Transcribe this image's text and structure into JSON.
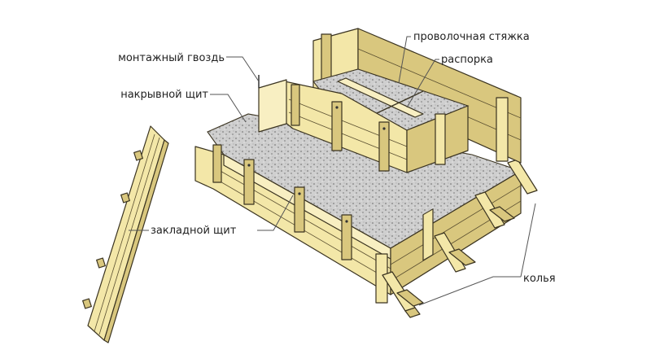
{
  "labels": {
    "nail": "монтажный гвоздь",
    "cover_board": "накрывной щит",
    "wire_tie": "проволочная стяжка",
    "strut": "распорка",
    "insert_board": "закладной щит",
    "stakes": "колья"
  },
  "colors": {
    "wood": "#f3e7a8",
    "wood_shade": "#d9c77e",
    "concrete": "#c9c9c9",
    "outline": "#3a3320"
  }
}
